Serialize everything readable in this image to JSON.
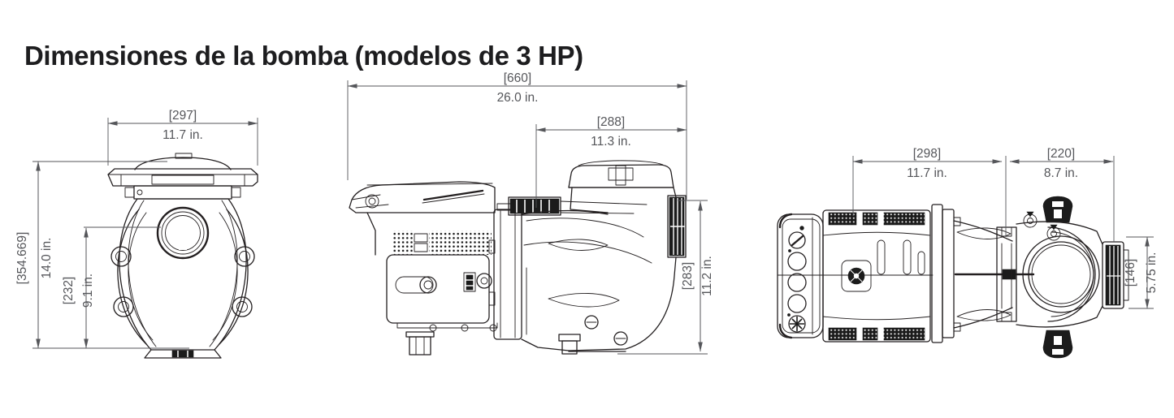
{
  "title": "Dimensiones de la bomba (modelos de 3 HP)",
  "colors": {
    "line_art": "#231f20",
    "dimension": "#55565a",
    "background": "#ffffff"
  },
  "views": {
    "front": {
      "width": {
        "mm": "[297]",
        "in": "11.7 in."
      },
      "height": {
        "mm": "[354.669]",
        "in": "14.0 in."
      },
      "strainer_center_height": {
        "mm": "[232]",
        "in": "9.1 in."
      }
    },
    "side": {
      "overall_length": {
        "mm": "[660]",
        "in": "26.0 in."
      },
      "wet_end_length": {
        "mm": "[288]",
        "in": "11.3 in."
      },
      "port_height": {
        "mm": "[283]",
        "in": "11.2 in."
      }
    },
    "top": {
      "motor_length": {
        "mm": "[298]",
        "in": "11.7 in."
      },
      "wet_end_length": {
        "mm": "[220]",
        "in": "8.7 in."
      },
      "discharge_height": {
        "mm": "[146]",
        "in": "5.75 in."
      }
    }
  }
}
